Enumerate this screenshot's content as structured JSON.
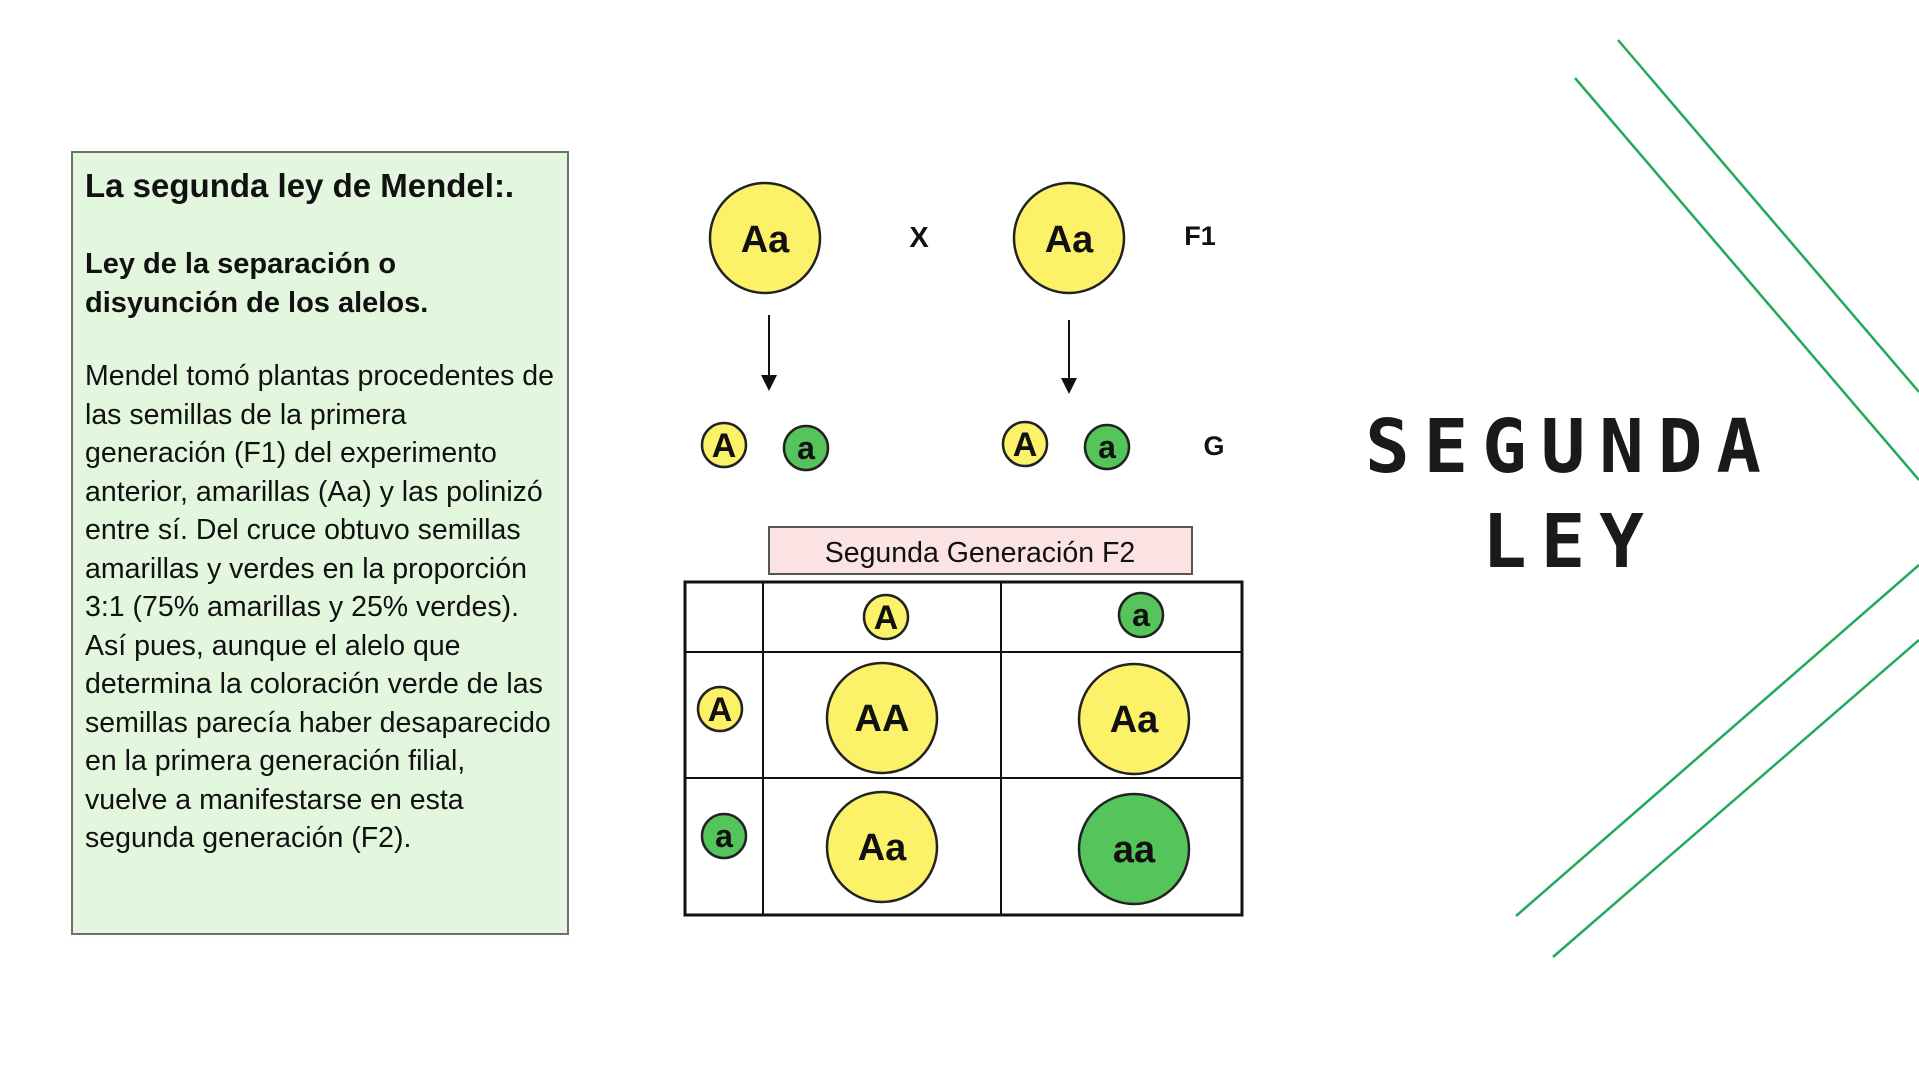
{
  "text_box": {
    "title": "La segunda ley de Mendel:.",
    "subtitle": "Ley de la separación o disyunción de los alelos.",
    "body": "Mendel tomó plantas procedentes de las semillas de la primera generación (F1) del experimento anterior, amarillas (Aa)  y las polinizó entre sí. Del cruce obtuvo semillas amarillas y verdes en la proporción 3:1 (75% amarillas y 25% verdes). Así pues, aunque el alelo que determina la coloración verde de las semillas parecía haber desaparecido en la primera generación filial, vuelve a manifestarse en esta segunda generación (F2)."
  },
  "diagram": {
    "parent_left": "Aa",
    "cross_symbol": "X",
    "parent_right": "Aa",
    "f1_label": "F1",
    "gametes_left": [
      "A",
      "a"
    ],
    "gametes_right": [
      "A",
      "a"
    ],
    "g_label": "G",
    "f2_header": "Segunda Generación F2",
    "punnett": {
      "col_headers": [
        "A",
        "a"
      ],
      "row_headers": [
        "A",
        "a"
      ],
      "cells": [
        [
          "AA",
          "Aa"
        ],
        [
          "Aa",
          "aa"
        ]
      ]
    }
  },
  "slide_title_line1": "SEGUNDA",
  "slide_title_line2": "LEY",
  "colors": {
    "yellow": "#fbf26a",
    "green": "#55c45a",
    "textbox_bg": "#e3f7df",
    "header_bg": "#fce3e3",
    "accent_lines": "#22a95c"
  }
}
